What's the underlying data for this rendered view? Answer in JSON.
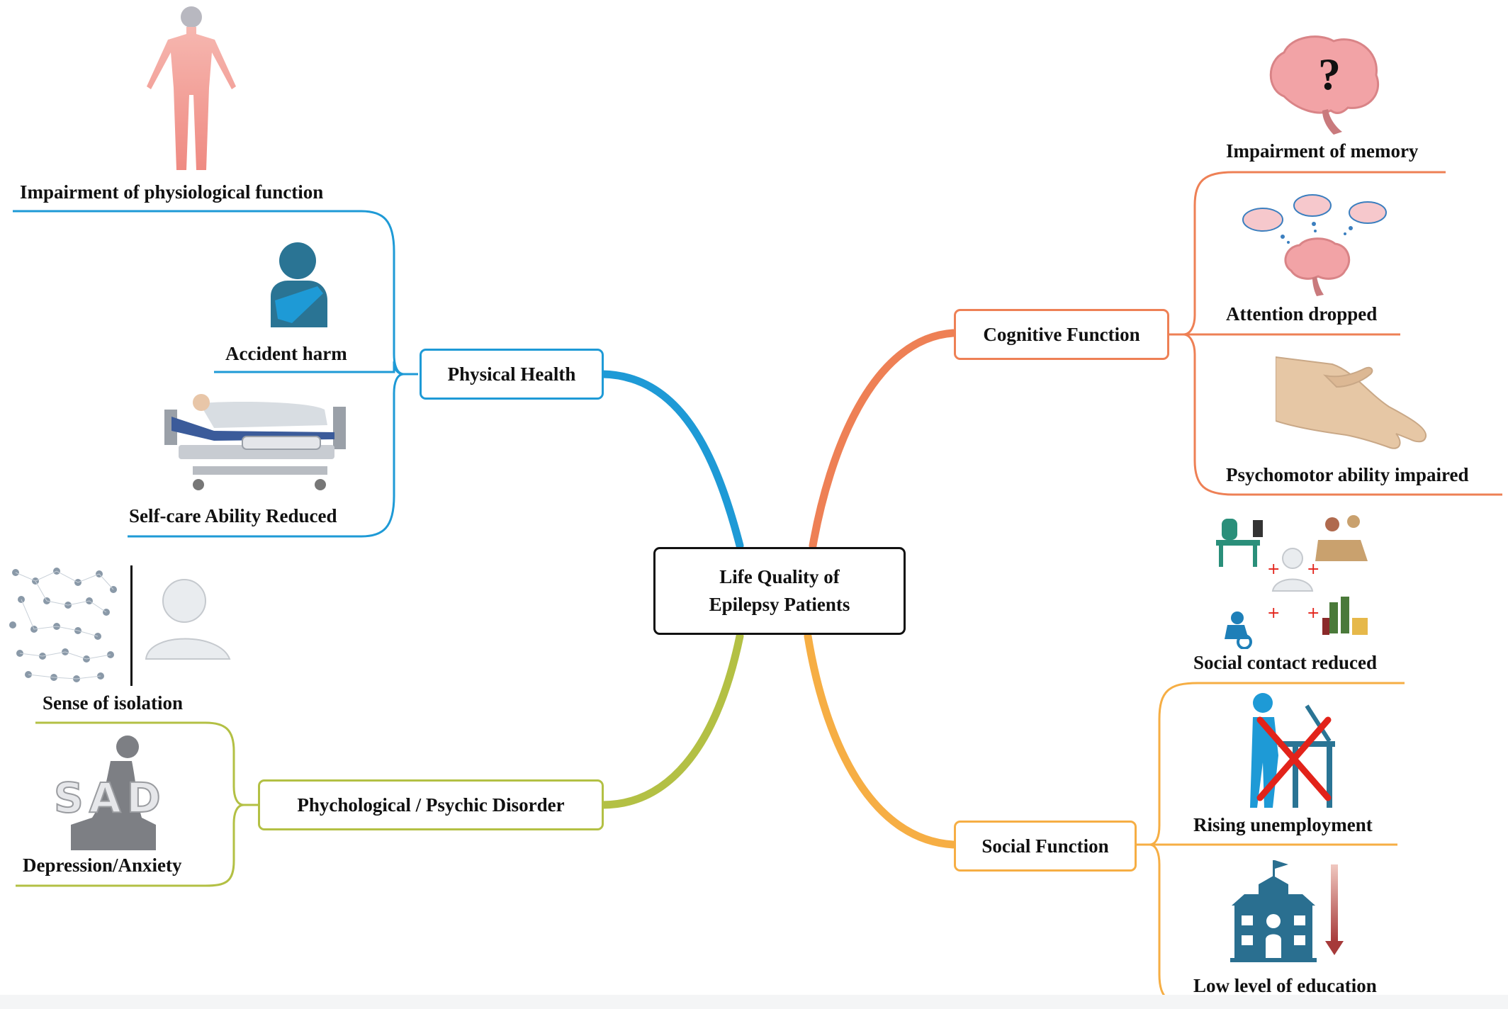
{
  "center": {
    "line1": "Life Quality of",
    "line2": "Epilepsy Patients"
  },
  "colors": {
    "physical": "#1e9ad6",
    "cognitive": "#ee8055",
    "social": "#f6ae44",
    "psychological": "#b3c044"
  },
  "branches": {
    "physical": {
      "label": "Physical Health",
      "items": [
        "Impairment of physiological function",
        "Accident harm",
        "Self-care Ability Reduced"
      ],
      "icons": [
        "human-body-icon",
        "injured-person-icon",
        "hospital-bed-icon"
      ]
    },
    "cognitive": {
      "label": "Cognitive Function",
      "items": [
        "Impairment of memory",
        "Attention dropped",
        "Psychomotor ability impaired"
      ],
      "icons": [
        "brain-question-icon",
        "brain-thoughts-icon",
        "hand-icon"
      ]
    },
    "social": {
      "label": "Social Function",
      "items": [
        "Social contact reduced",
        "Rising unemployment",
        "Low level of education"
      ],
      "icons": [
        "social-activities-icon",
        "unemployment-icon",
        "school-icon"
      ]
    },
    "psychological": {
      "label": "Phychological / Psychic Disorder",
      "items": [
        "Sense of isolation",
        "Depression/Anxiety"
      ],
      "icons": [
        "isolation-icon",
        "sad-person-icon"
      ]
    }
  },
  "icon_text": {
    "sad": "SAD",
    "question": "?"
  }
}
